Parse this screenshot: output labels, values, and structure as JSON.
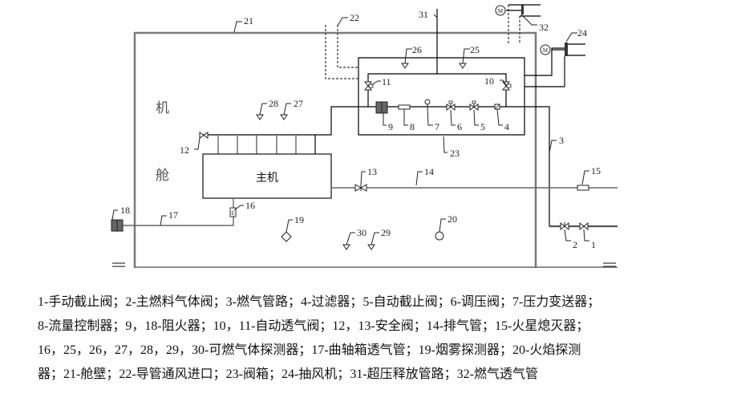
{
  "diagram": {
    "room_label_top": "机",
    "room_label_bottom": "舱",
    "engine_label": "主机",
    "callouts": {
      "c1": "1",
      "c2": "2",
      "c3": "3",
      "c4": "4",
      "c5": "5",
      "c6": "6",
      "c7": "7",
      "c8": "8",
      "c9": "9",
      "c10": "10",
      "c11": "11",
      "c12": "12",
      "c13": "13",
      "c14": "14",
      "c15": "15",
      "c16": "16",
      "c17": "17",
      "c18": "18",
      "c19": "19",
      "c20": "20",
      "c21": "21",
      "c22": "22",
      "c23": "23",
      "c24": "24",
      "c25": "25",
      "c26": "26",
      "c27": "27",
      "c28": "28",
      "c29": "29",
      "c30": "30",
      "c31": "31",
      "c32": "32"
    },
    "fan_symbol": "M"
  },
  "legend": {
    "lines": [
      "1-手动截止阀；2-主燃料气体阀；3-燃气管路；4-过滤器；5-自动截止阀；6-调压阀；7-压力变送器；",
      "8-流量控制器；9，18-阻火器；10，11-自动透气阀；12，13-安全阀；14-排气管；15-火星熄灭器；",
      "16，25，26，27，28，29，30-可燃气体探测器；17-曲轴箱透气管；19-烟雾探测器；20-火焰探测",
      "器；21-舱壁；22-导管通风进口；23-阀箱；24-抽风机；31-超压释放管路；32-燃气透气管"
    ]
  }
}
